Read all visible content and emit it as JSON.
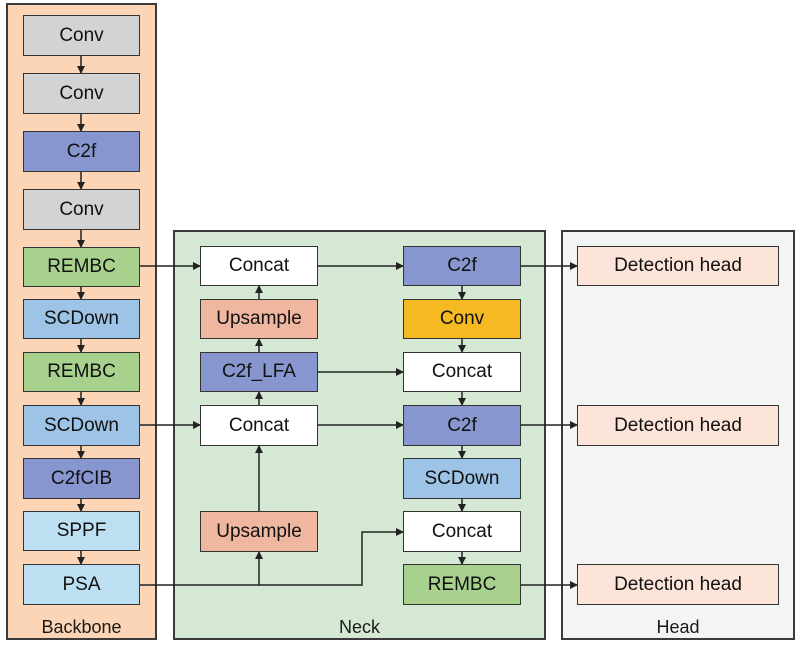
{
  "panels": {
    "backbone": "Backbone",
    "neck": "Neck",
    "head": "Head"
  },
  "backbone_blocks": [
    "Conv",
    "Conv",
    "C2f",
    "Conv",
    "REMBC",
    "SCDown",
    "REMBC",
    "SCDown",
    "C2fCIB",
    "SPPF",
    "PSA"
  ],
  "neck_left": {
    "concat_top": "Concat",
    "upsample_top": "Upsample",
    "c2f_lfa": "C2f_LFA",
    "concat_mid": "Concat",
    "upsample_bottom": "Upsample"
  },
  "neck_right": {
    "c2f_top": "C2f",
    "conv": "Conv",
    "concat_1": "Concat",
    "c2f_mid": "C2f",
    "scdown": "SCDown",
    "concat_2": "Concat",
    "rembc": "REMBC"
  },
  "heads": [
    "Detection head",
    "Detection head",
    "Detection head"
  ],
  "colors": {
    "backbone_bg": "#fbd5b5",
    "neck_bg": "#d5e8d4",
    "head_bg": "#f2f5f4",
    "conv_gray": "#d3d3d3",
    "c2f_purple": "#8896cf",
    "rembc_green": "#a9d18e",
    "scdown_blue": "#9dc3e6",
    "sppf_psa_light": "#bddff2",
    "upsample_salmon": "#f0b7a0",
    "conv_orange": "#f5b922",
    "detection_head": "#fce4d8",
    "white": "#ffffff"
  }
}
